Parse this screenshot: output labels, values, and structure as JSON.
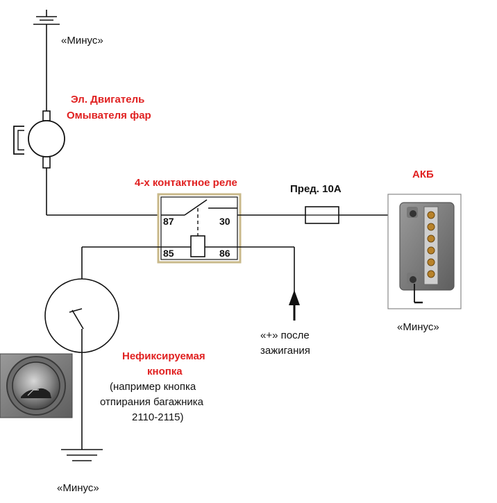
{
  "labels": {
    "ground_top": "«Минус»",
    "motor_line1": "Эл. Двигатель",
    "motor_line2": "Омывателя фар",
    "relay_title": "4-х контактное реле",
    "fuse": "Пред. 10А",
    "battery": "АКБ",
    "ground_battery": "«Минус»",
    "ignition_line1": "«+» после",
    "ignition_line2": "зажигания",
    "button_line1": "Нефиксируемая",
    "button_line2": "кнопка",
    "button_note1": "(например кнопка",
    "button_note2": "отпирания багажника",
    "button_note3": "2110-2115)",
    "ground_bottom": "«Минус»"
  },
  "relay_pins": {
    "p87": "87",
    "p30": "30",
    "p85": "85",
    "p86": "86"
  },
  "colors": {
    "wire": "#111111",
    "accent_red": "#e02020",
    "relay_border": "#c9b98a",
    "battery_body": "#9a9a9a",
    "terminal": "#b8822a"
  },
  "icons": {
    "ground": "ground-symbol-icon",
    "motor": "motor-icon",
    "fuse": "fuse-icon",
    "battery": "battery-icon",
    "switch": "pushbutton-switch-icon",
    "arrow": "arrow-up-icon",
    "button_photo": "trunk-button-icon"
  }
}
